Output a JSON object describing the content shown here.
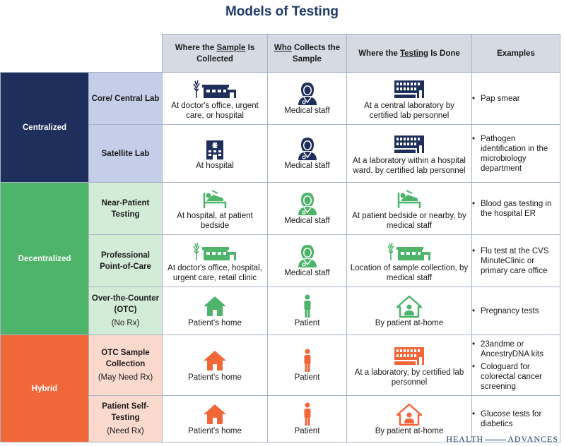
{
  "title": "Models of Testing",
  "colors": {
    "navy": "#1f2f5c",
    "navy_sub": "#c5cee9",
    "green": "#4db46a",
    "green_sub": "#d2ecd7",
    "orange": "#f2673a",
    "orange_sub": "#fbdacd",
    "header_bg": "#d6dbe3"
  },
  "headers": {
    "where_collected": {
      "pre": "Where the ",
      "u": "Sample",
      "post": " Is Collected"
    },
    "who_collects": {
      "pre": "",
      "u": "Who",
      "post": " Collects the Sample"
    },
    "where_done": {
      "pre": "Where the ",
      "u": "Testing",
      "post": " Is Done"
    },
    "examples": "Examples"
  },
  "groups": [
    {
      "label": "Centralized",
      "color": "#1f2f5c"
    },
    {
      "label": "Decentralized",
      "color": "#4db46a"
    },
    {
      "label": "Hybrid",
      "color": "#f2673a"
    }
  ],
  "rows": [
    {
      "name": "Core/ Central Lab",
      "note": "",
      "collected": {
        "icon": "clinic-icon",
        "text": "At doctor's office, urgent care, or hospital"
      },
      "who": {
        "icon": "medical-staff-icon",
        "text": "Medical staff"
      },
      "done": {
        "icon": "laboratory-icon",
        "text": "At a central laboratory by certified lab personnel"
      },
      "examples": [
        "Pap smear"
      ]
    },
    {
      "name": "Satellite Lab",
      "note": "",
      "collected": {
        "icon": "hospital-icon",
        "text": "At hospital"
      },
      "who": {
        "icon": "medical-staff-icon",
        "text": "Medical staff"
      },
      "done": {
        "icon": "laboratory-icon",
        "text": "At a laboratory within a hospital ward, by certified lab personnel"
      },
      "examples": [
        "Pathogen identification in the microbiology department"
      ]
    },
    {
      "name": "Near-Patient Testing",
      "note": "",
      "collected": {
        "icon": "hospital-bed-icon",
        "text": "At hospital, at patient bedside"
      },
      "who": {
        "icon": "medical-staff-icon",
        "text": "Medical staff"
      },
      "done": {
        "icon": "hospital-bed-icon",
        "text": "At patient bedside or nearby, by medical staff"
      },
      "examples": [
        "Blood gas testing in the hospital ER"
      ]
    },
    {
      "name": "Professional Point-of-Care",
      "note": "",
      "collected": {
        "icon": "clinic-icon",
        "text": "At doctor's office, hospital, urgent care, retail clinic"
      },
      "who": {
        "icon": "medical-staff-icon",
        "text": "Medical staff"
      },
      "done": {
        "icon": "clinic-icon",
        "text": "Location of sample collection, by medical staff"
      },
      "examples": [
        "Flu test at the CVS MinuteClinic or primary care office"
      ]
    },
    {
      "name": "Over-the-Counter (OTC)",
      "note": "(No Rx)",
      "collected": {
        "icon": "home-icon",
        "text": "Patient's home"
      },
      "who": {
        "icon": "patient-icon",
        "text": "Patient"
      },
      "done": {
        "icon": "home-person-icon",
        "text": "By patient at-home"
      },
      "examples": [
        "Pregnancy tests"
      ]
    },
    {
      "name": "OTC Sample Collection",
      "note": "(May Need Rx)",
      "collected": {
        "icon": "home-icon",
        "text": "Patient's home"
      },
      "who": {
        "icon": "patient-icon",
        "text": "Patient"
      },
      "done": {
        "icon": "laboratory-icon",
        "text": "At a laboratory, by certified lab personnel"
      },
      "examples": [
        "23andme or AncestryDNA kits",
        "Cologuard for colorectal cancer screening"
      ]
    },
    {
      "name": "Patient Self-Testing",
      "note": "(Need Rx)",
      "collected": {
        "icon": "home-icon",
        "text": "Patient's home"
      },
      "who": {
        "icon": "patient-icon",
        "text": "Patient"
      },
      "done": {
        "icon": "home-person-icon",
        "text": "By patient at-home"
      },
      "examples": [
        "Glucose tests for diabetics"
      ]
    }
  ],
  "logo": {
    "left": "HEALTH",
    "right": "ADVANCES"
  }
}
